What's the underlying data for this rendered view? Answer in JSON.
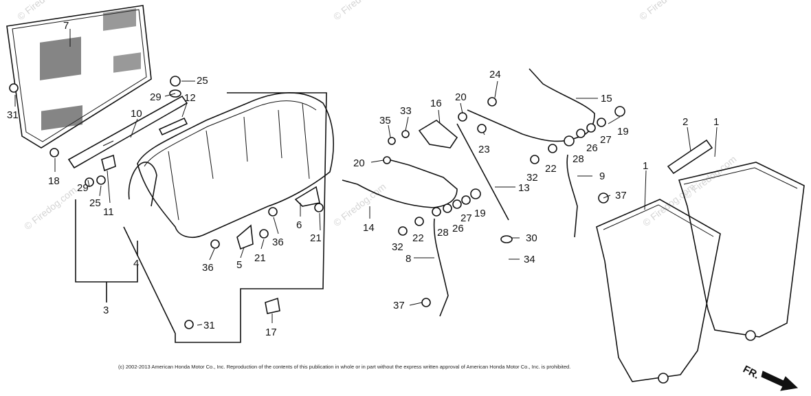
{
  "callouts": [
    "1",
    "2",
    "3",
    "4",
    "5",
    "6",
    "7",
    "8",
    "9",
    "10",
    "11",
    "12",
    "13",
    "14",
    "15",
    "16",
    "17",
    "18",
    "19",
    "20",
    "21",
    "22",
    "23",
    "24",
    "25",
    "26",
    "27",
    "28",
    "29",
    "30",
    "31",
    "32",
    "33",
    "34",
    "35",
    "36",
    "37"
  ],
  "watermark": "© Firedog.com",
  "copyright": "(c) 2002-2013 American Honda Motor Co., Inc. Reproduction of the contents of this publication in whole or in part without the express written approval of American Honda Motor Co., Inc. is prohibited.",
  "direction_arrow": "FR."
}
